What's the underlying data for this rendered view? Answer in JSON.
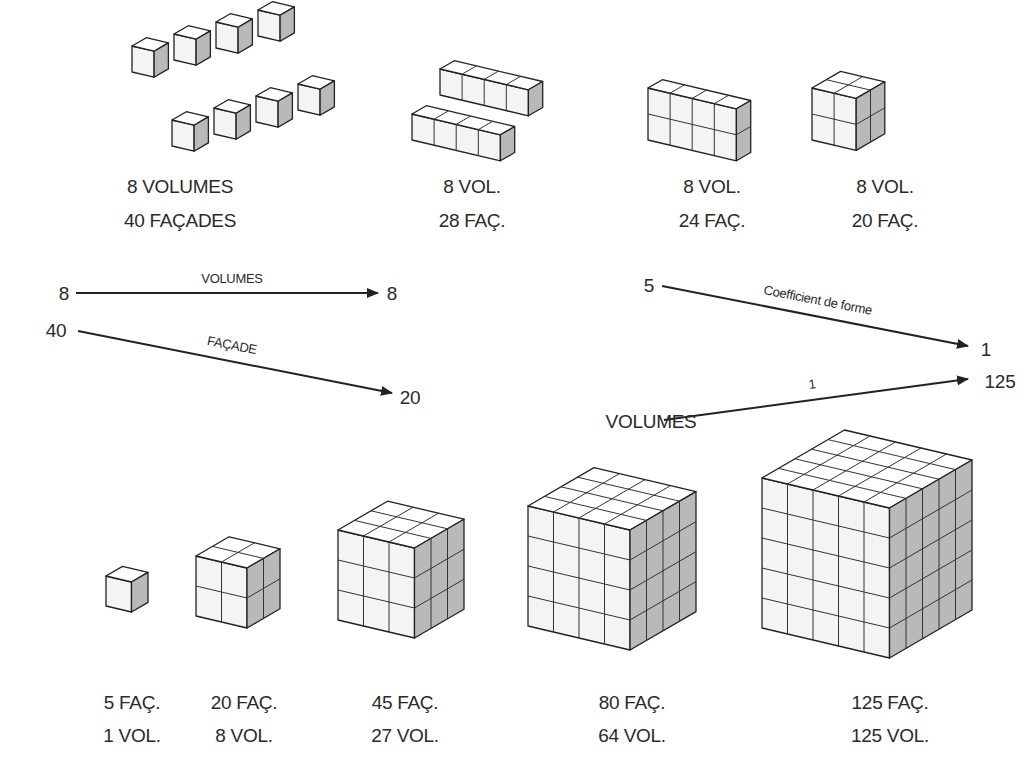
{
  "diagram": {
    "labels": [
      "8 VOLUMES",
      "40 FAÇADES",
      "8 VOL.",
      "28 FAÇ.",
      "8 VOL.",
      "24 FAÇ.",
      "8 VOL.",
      "20 FAÇ.",
      "8",
      "VOLUMES",
      "8",
      "40",
      "FAÇADE",
      "20",
      "5",
      "Coefficient de forme",
      "1",
      "VOLUMES",
      "1",
      "125",
      "5 FAÇ.",
      "1 VOL.",
      "20 FAÇ.",
      "8 VOL.",
      "45 FAÇ.",
      "27 VOL.",
      "80 FAÇ.",
      "64 VOL.",
      "125 FAÇ.",
      "125 VOL."
    ]
  }
}
